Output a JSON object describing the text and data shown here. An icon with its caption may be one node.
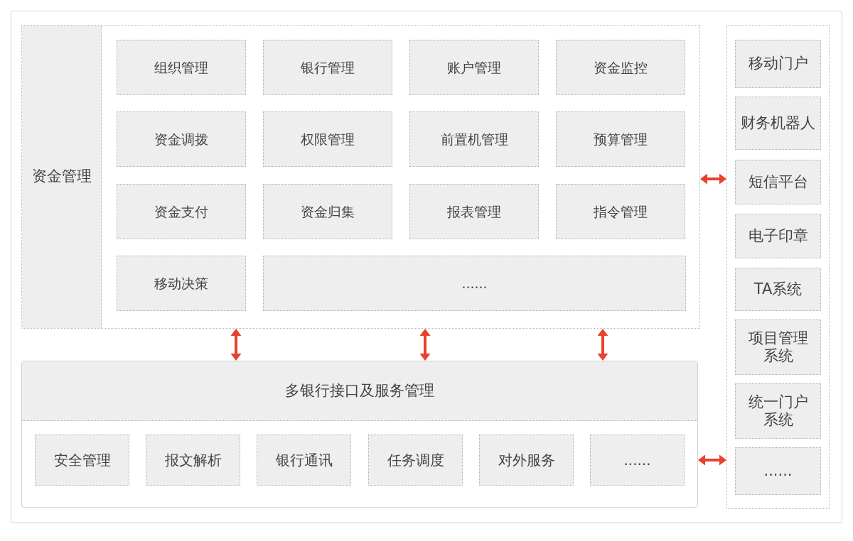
{
  "diagram": {
    "nodes": [
      {
        "text": [
          "资金管理"
        ]
      },
      {
        "text": [
          "组织管理"
        ],
        "in": 0
      },
      {
        "text": [
          "银行管理"
        ],
        "in": 0
      },
      {
        "text": [
          "账户管理"
        ],
        "in": 0
      },
      {
        "text": [
          "资金监控"
        ],
        "in": 0
      },
      {
        "text": [
          "资金调拨"
        ],
        "in": 0
      },
      {
        "text": [
          "权限管理"
        ],
        "in": 0
      },
      {
        "text": [
          "前置机管理"
        ],
        "in": 0
      },
      {
        "text": [
          "预算管理"
        ],
        "in": 0
      },
      {
        "text": [
          "资金支付"
        ],
        "in": 0
      },
      {
        "text": [
          "资金归集"
        ],
        "in": 0
      },
      {
        "text": [
          "报表管理"
        ],
        "in": 0
      },
      {
        "text": [
          "指令管理"
        ],
        "in": 0
      },
      {
        "text": [
          "移动决策"
        ],
        "in": 0
      },
      {
        "text": [
          "......"
        ],
        "in": 0
      },
      {
        "text": [
          "多银行接口及服务管理"
        ]
      },
      {
        "text": [
          "安全管理"
        ],
        "in": 15
      },
      {
        "text": [
          "报文解析"
        ],
        "in": 15
      },
      {
        "text": [
          "银行通讯"
        ],
        "in": 15
      },
      {
        "text": [
          "任务调度"
        ],
        "in": 15
      },
      {
        "text": [
          "对外服务"
        ],
        "in": 15
      },
      {
        "text": [
          "......"
        ],
        "in": 15
      },
      {
        "text": [],
        "shape": "box"
      },
      {
        "text": [
          "移动门户"
        ],
        "in": 22
      },
      {
        "text": [
          "财务机器人"
        ],
        "in": 22
      },
      {
        "text": [
          "短信平台"
        ],
        "in": 22
      },
      {
        "text": [
          "电子印章"
        ],
        "in": 22
      },
      {
        "text": [
          "TA系统"
        ],
        "in": 22
      },
      {
        "text": [
          "项目管理系统"
        ],
        "in": 22
      },
      {
        "text": [
          "统一门户系统"
        ],
        "in": 22
      },
      {
        "text": [
          "......"
        ],
        "in": 22
      }
    ],
    "edges": [
      {
        "from": 0,
        "to": 15,
        "arrow": "both"
      },
      {
        "from": 0,
        "to": 15,
        "arrow": "both"
      },
      {
        "from": 0,
        "to": 15,
        "arrow": "both"
      },
      {
        "from": 0,
        "to": 22,
        "arrow": "both"
      },
      {
        "from": 15,
        "to": 22,
        "arrow": "both"
      }
    ]
  }
}
